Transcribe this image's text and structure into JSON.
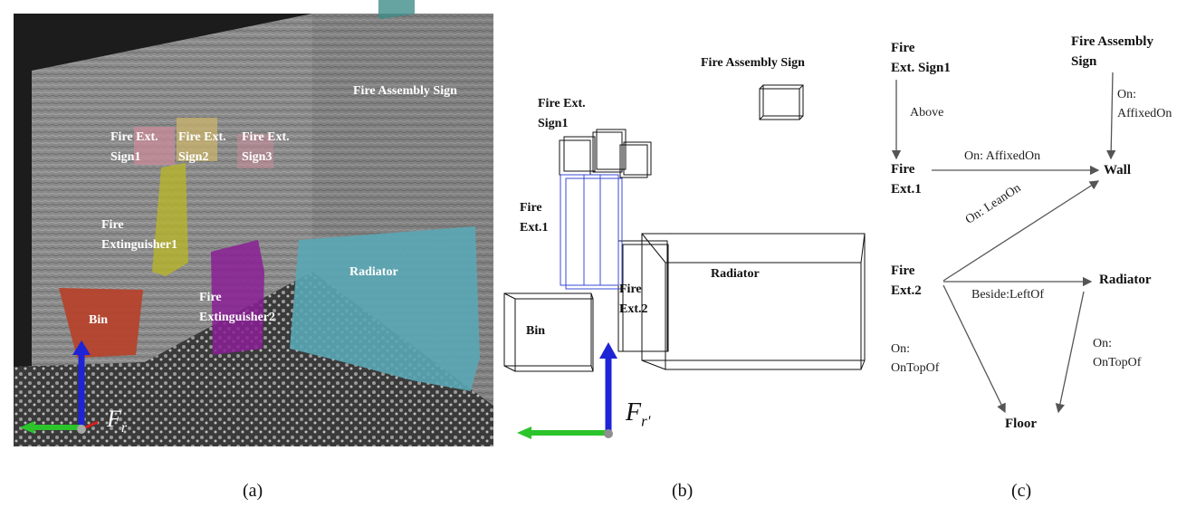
{
  "panel_a": {
    "caption": "(a)",
    "labels": {
      "fire_assembly_sign": "Fire Assembly Sign",
      "fire_ext_sign1": "Fire Ext.\nSign1",
      "fire_ext_sign2": "Fire Ext.\nSign2",
      "fire_ext_sign3": "Fire Ext.\nSign3",
      "fire_extinguisher1": "Fire\nExtinguisher1",
      "fire_extinguisher2": "Fire\nExtinguisher2",
      "radiator": "Radiator",
      "bin": "Bin"
    },
    "frame_label": "F",
    "frame_subscript": "r"
  },
  "panel_b": {
    "caption": "(b)",
    "labels": {
      "fire_assembly_sign": "Fire Assembly Sign",
      "fire_ext_sign1": "Fire Ext.\nSign1",
      "fire_ext1": "Fire\nExt.1",
      "fire_ext2": "Fire\nExt.2",
      "radiator": "Radiator",
      "bin": "Bin"
    },
    "frame_label": "F",
    "frame_subscript": "r'"
  },
  "panel_c": {
    "caption": "(c)",
    "nodes": {
      "fire_ext_sign1": "Fire\nExt. Sign1",
      "fire_assembly_sign": "Fire Assembly\nSign",
      "fire_ext1": "Fire\nExt.1",
      "wall": "Wall",
      "fire_ext2": "Fire\nExt.2",
      "radiator": "Radiator",
      "floor": "Floor"
    },
    "edges": {
      "above": "Above",
      "affixed_sign": "On:\nAffixedOn",
      "affixed_ext1": "On: AffixedOn",
      "lean_on": "On: LeanOn",
      "beside": "Beside:LeftOf",
      "on_top_ext2": "On:\nOnTopOf",
      "on_top_radiator": "On:\nOnTopOf"
    }
  },
  "colors": {
    "scene_background": "#1c1c1c",
    "wall": "#8f8f8f",
    "sign_pink": "#c98a98",
    "sign_yellow": "#c9b36a",
    "extinguisher_yellow": "#b8b42a",
    "extinguisher_purple": "#8a1f95",
    "radiator_teal": "#5aa7b5",
    "bin_red": "#b5432c",
    "axis_blue": "#1f23d6",
    "axis_green": "#2bc42b",
    "axis_red": "#d22020",
    "ext1_box_blue": "#3a4bd4"
  }
}
